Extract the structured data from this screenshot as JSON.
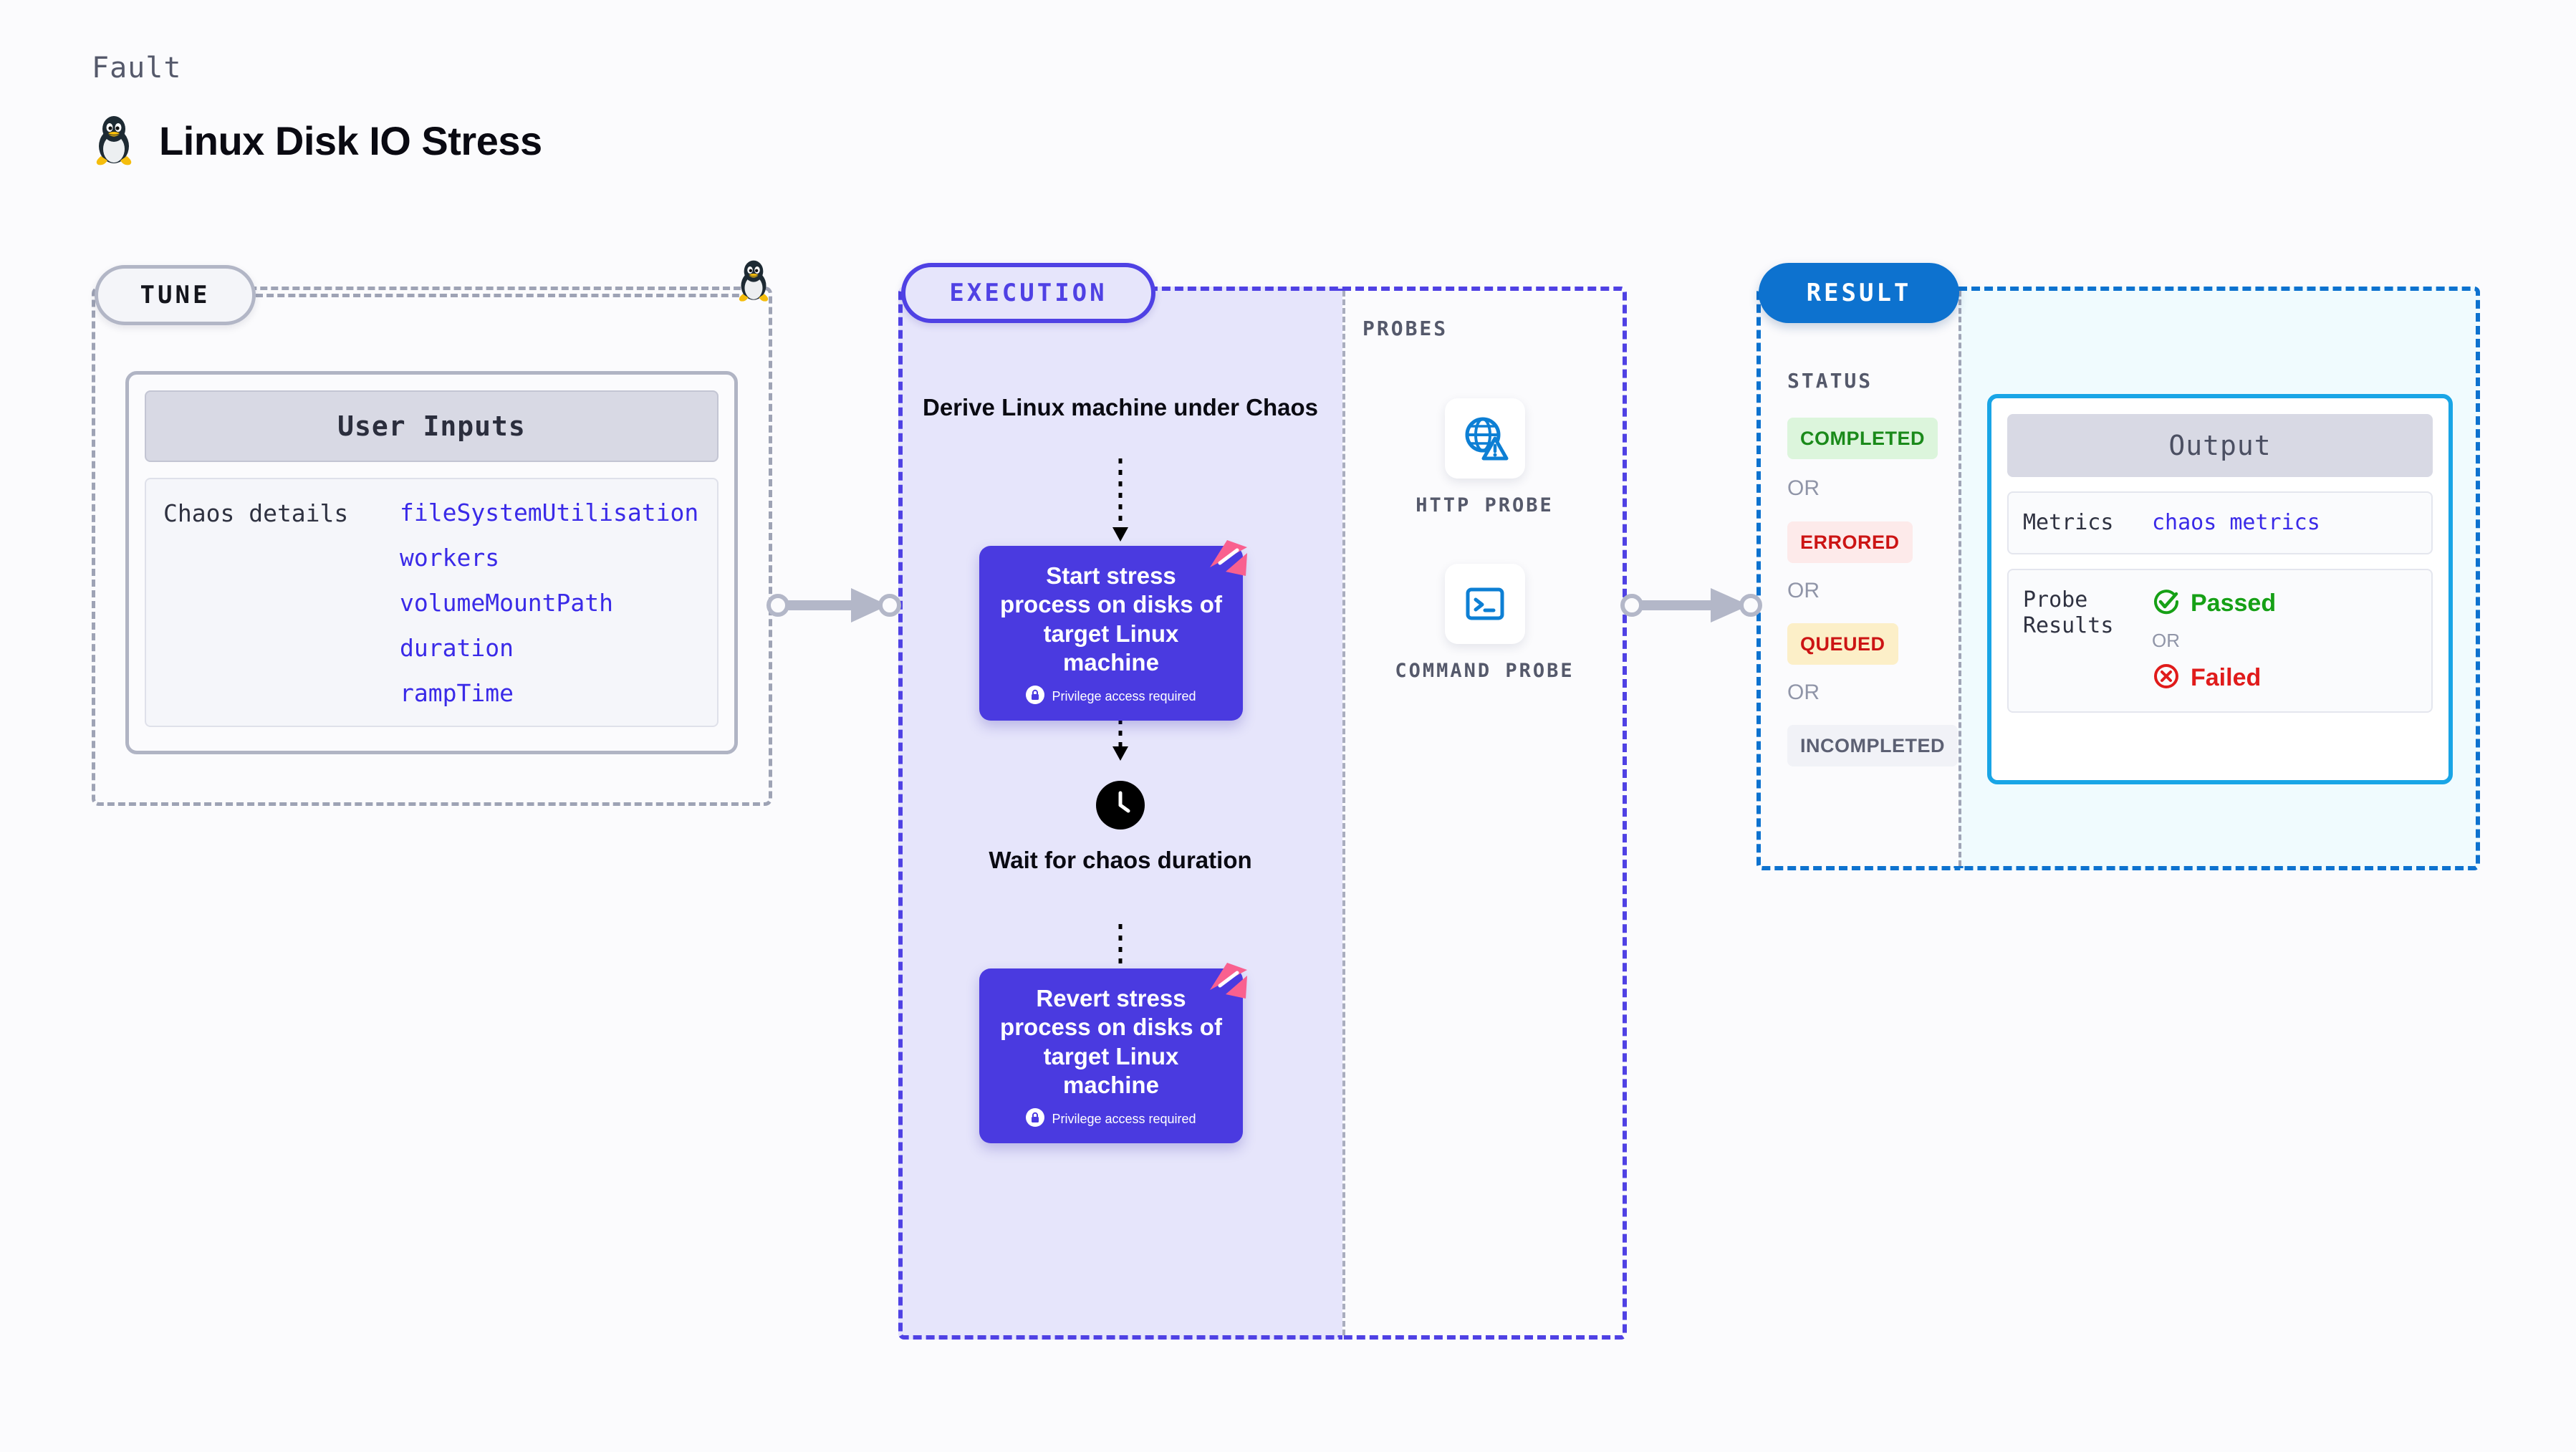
{
  "header": {
    "kicker": "Fault",
    "title": "Linux Disk IO Stress",
    "logo_icon": "tux-penguin-icon"
  },
  "tune": {
    "pill_label": "TUNE",
    "tux_icon": "tux-penguin-icon",
    "inputs_card": {
      "header": "User Inputs",
      "row_label": "Chaos details",
      "params": [
        "fileSystemUtilisation",
        "workers",
        "volumeMountPath",
        "duration",
        "rampTime"
      ]
    }
  },
  "execution": {
    "pill_label": "EXECUTION",
    "step_derive": "Derive Linux machine under Chaos",
    "card_start": {
      "title": "Start stress process on disks of target Linux machine",
      "privilege_note": "Privilege access required",
      "lock_icon": "lock-icon",
      "corner_badge_icon": "litmus-badge-icon"
    },
    "step_wait": "Wait for chaos duration",
    "clock_icon": "clock-icon",
    "card_revert": {
      "title": "Revert stress process on disks of target Linux machine",
      "privilege_note": "Privilege access required",
      "lock_icon": "lock-icon",
      "corner_badge_icon": "litmus-badge-icon"
    }
  },
  "probes": {
    "section_label": "PROBES",
    "items": [
      {
        "caption": "HTTP PROBE",
        "icon": "globe-warning-icon"
      },
      {
        "caption": "COMMAND PROBE",
        "icon": "terminal-icon"
      }
    ]
  },
  "result": {
    "pill_label": "RESULT",
    "status_label": "STATUS",
    "or_label": "OR",
    "statuses": [
      {
        "label": "COMPLETED",
        "bg": "#dcf5dc",
        "fg": "#1a8a1a"
      },
      {
        "label": "ERRORED",
        "bg": "#fdeaea",
        "fg": "#cc1414"
      },
      {
        "label": "QUEUED",
        "bg": "#fcefc8",
        "fg": "#cc1414"
      },
      {
        "label": "INCOMPLETED",
        "bg": "#f1f2f7",
        "fg": "#5c6073"
      }
    ],
    "output": {
      "header": "Output",
      "metrics_label": "Metrics",
      "metrics_value": "chaos metrics",
      "probe_results_label": "Probe Results",
      "passed_label": "Passed",
      "failed_label": "Failed",
      "or_label": "OR",
      "pass_icon": "check-circle-icon",
      "fail_icon": "x-circle-icon"
    }
  },
  "connectors": {
    "arrow_icon": "right-arrow-connector"
  },
  "colors": {
    "accent_purple": "#4f41e4",
    "accent_blue": "#0d72cf",
    "accent_cyan": "#19a5e6",
    "param_blue": "#3a2ae8",
    "pink_badge": "#f9608f"
  }
}
